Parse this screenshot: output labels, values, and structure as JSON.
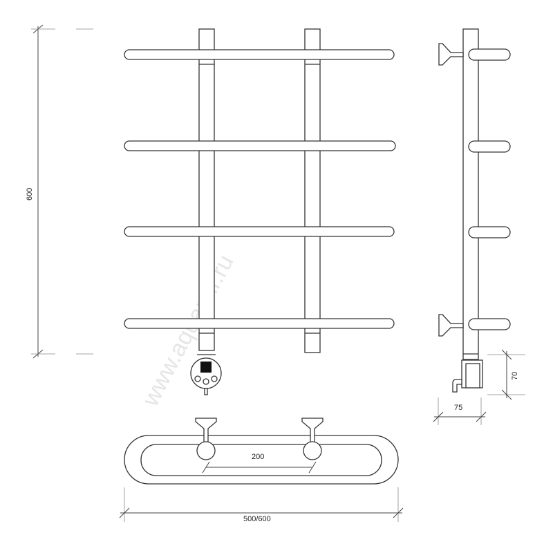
{
  "watermark": "www.aquamir.ru",
  "dimensions": {
    "height": "600",
    "mount_box_height": "70",
    "mount_box_depth": "75",
    "post_spacing": "200",
    "width": "500/600"
  },
  "views": [
    "front-view",
    "side-view",
    "top-view"
  ],
  "colors": {
    "line": "#333333",
    "background": "#ffffff"
  }
}
